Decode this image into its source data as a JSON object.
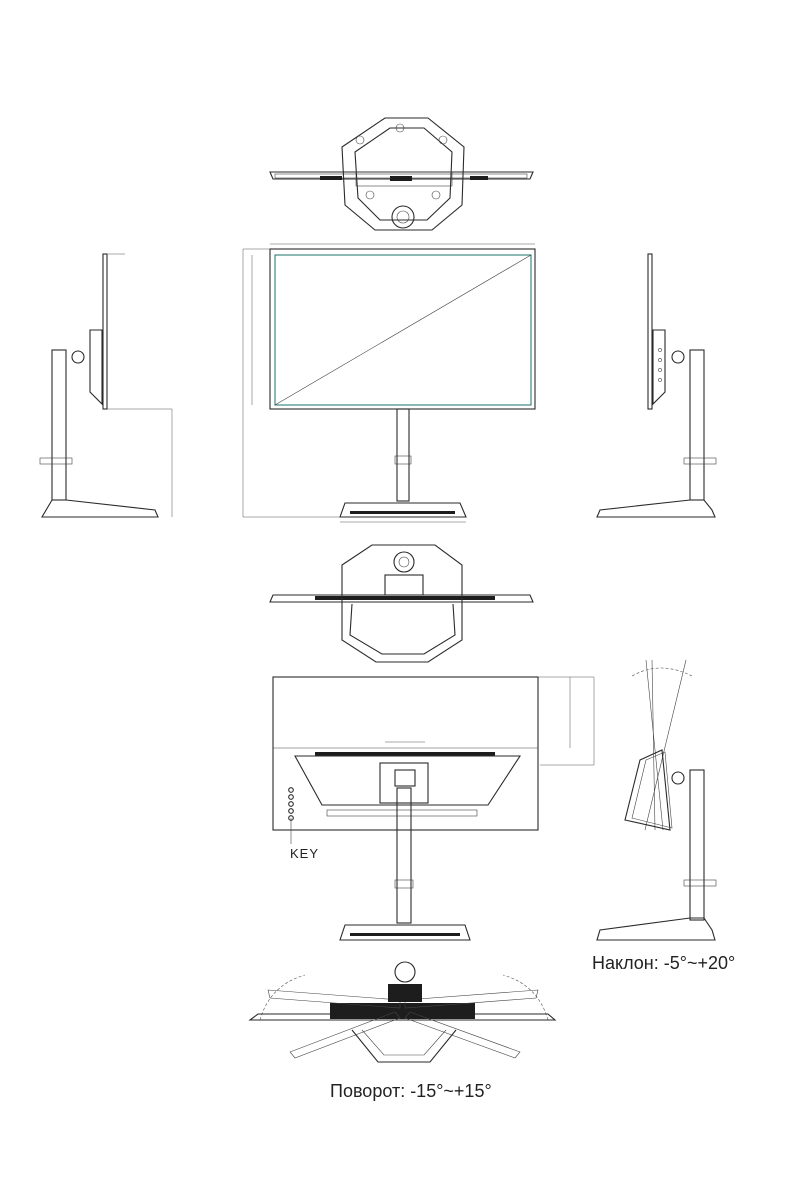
{
  "labels": {
    "key": "KEY",
    "tilt": "Наклон: -5°~+20°",
    "swivel": "Поворот: -15°~+15°"
  },
  "colors": {
    "line": "#2a2a2a",
    "screen_outline": "#2f7d78",
    "background": "#ffffff"
  }
}
